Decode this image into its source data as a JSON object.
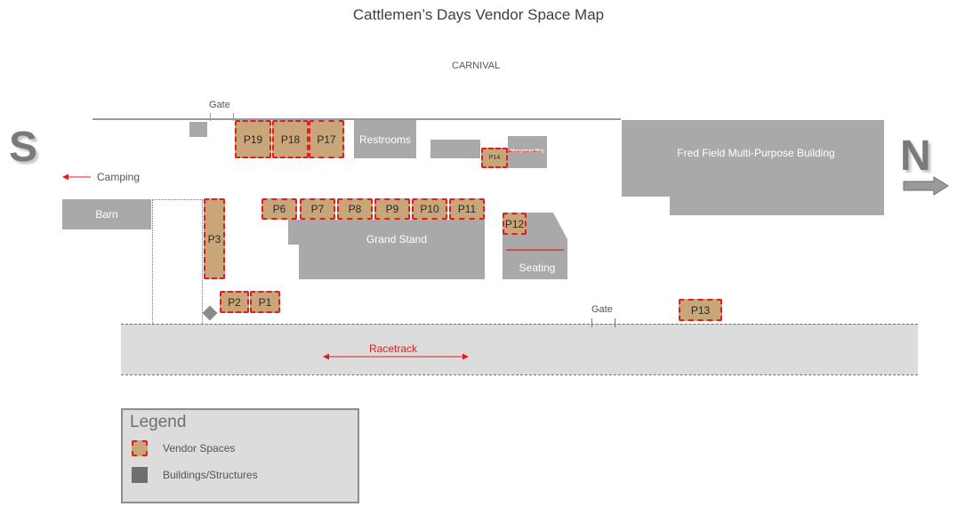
{
  "title": "Cattlemen’s Days Vendor Space Map",
  "carnival": "CARNIVAL",
  "gate_top": "Gate",
  "gate_bottom": "Gate",
  "compass": {
    "south": "S",
    "north": "N"
  },
  "camping": "Camping",
  "racetrack": "Racetrack",
  "buildings": {
    "restrooms": "Restrooms",
    "fred_field": "Fred Field Multi-Purpose Building",
    "barn": "Barn",
    "grand_stand": "Grand Stand",
    "seating": "Seating",
    "mengelman": "Mengelman Bldg"
  },
  "vendors": {
    "p1": "P1",
    "p2": "P2",
    "p3": "P3",
    "p6": "P6",
    "p7": "P7",
    "p8": "P8",
    "p9": "P9",
    "p10": "P10",
    "p11": "P11",
    "p12": "P12",
    "p13": "P13",
    "p14": "P14",
    "p17": "P17",
    "p18": "P18",
    "p19": "P19"
  },
  "legend": {
    "title": "Legend",
    "vendor_label": "Vendor Spaces",
    "building_label": "Buildings/Structures"
  },
  "colors": {
    "vendor_fill": "#c9a679",
    "vendor_border": "#e01e1e",
    "building": "#a9a9a9",
    "racetrack": "#dcdcdc",
    "accent_red": "#e01e1e"
  }
}
